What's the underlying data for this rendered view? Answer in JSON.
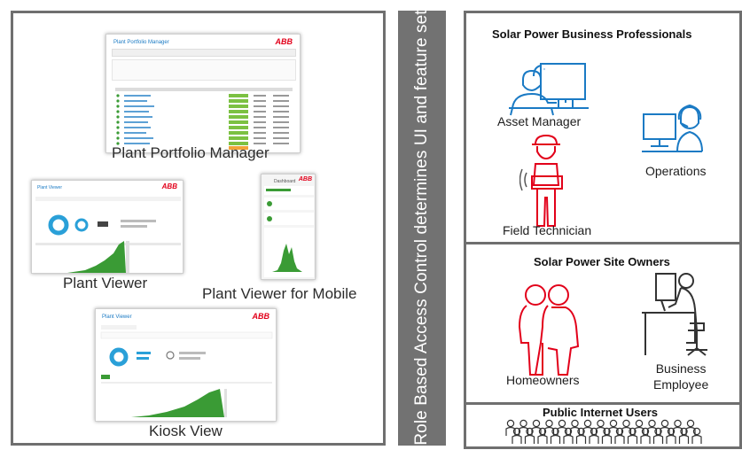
{
  "left_panel": {
    "apps": [
      {
        "caption": "Plant Portfolio Manager",
        "window_title": "Plant Portfolio Manager",
        "brand": "ABB"
      },
      {
        "caption": "Plant Viewer",
        "window_title": "Plant Viewer",
        "brand": "ABB"
      },
      {
        "caption": "Plant Viewer for Mobile",
        "window_title": "Dashboard",
        "brand": "ABB"
      },
      {
        "caption": "Kiosk View",
        "window_title": "Plant Viewer",
        "brand": "ABB"
      }
    ]
  },
  "center_bar": {
    "text": "Role Based Access Control determines UI and feature set"
  },
  "right_panel": {
    "sections": [
      {
        "title": "Solar Power Business Professionals",
        "roles": [
          "Asset Manager",
          "Operations",
          "Field Technician"
        ]
      },
      {
        "title": "Solar Power Site Owners",
        "roles": [
          "Homeowners",
          "Business\nEmployee"
        ]
      },
      {
        "title": "Public Internet Users",
        "roles": []
      }
    ]
  },
  "colors": {
    "border": "#6f6f6f",
    "accent_blue": "#1a7ac4",
    "accent_red": "#e2001a",
    "chart_green": "#3a9b35"
  }
}
